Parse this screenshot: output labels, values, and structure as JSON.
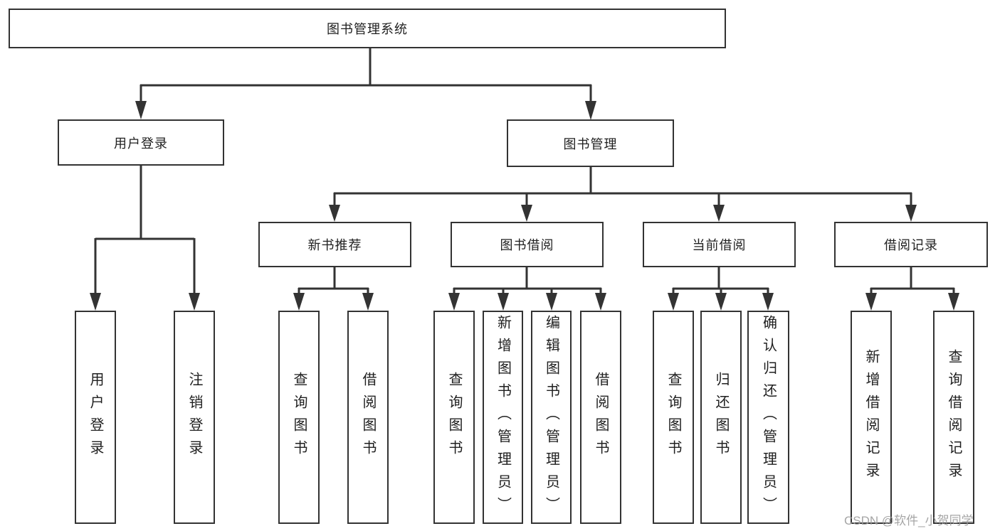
{
  "tree": {
    "root": {
      "label": "图书管理系统"
    },
    "level2": [
      {
        "label": "用户登录"
      },
      {
        "label": "图书管理"
      }
    ],
    "level3": [
      {
        "label": "新书推荐"
      },
      {
        "label": "图书借阅"
      },
      {
        "label": "当前借阅"
      },
      {
        "label": "借阅记录"
      }
    ],
    "leaves": {
      "user_login": [
        {
          "label": "用户登录"
        },
        {
          "label": "注销登录"
        }
      ],
      "new_book": [
        {
          "label": "查询图书"
        },
        {
          "label": "借阅图书"
        }
      ],
      "borrow": [
        {
          "label": "查询图书"
        },
        {
          "label": "新增图书（管理员）"
        },
        {
          "label": "编辑图书（管理员）"
        },
        {
          "label": "借阅图书"
        }
      ],
      "current": [
        {
          "label": "查询图书"
        },
        {
          "label": "归还图书"
        },
        {
          "label": "确认归还（管理员）"
        }
      ],
      "records": [
        {
          "label": "新增借阅记录"
        },
        {
          "label": "查询借阅记录"
        }
      ]
    }
  },
  "watermark": {
    "text": "CSDN @软件_小贺同学"
  },
  "colors": {
    "line": "#333333",
    "text": "#1f1f1f",
    "watermark": "#9c9c9c",
    "background": "#ffffff"
  }
}
